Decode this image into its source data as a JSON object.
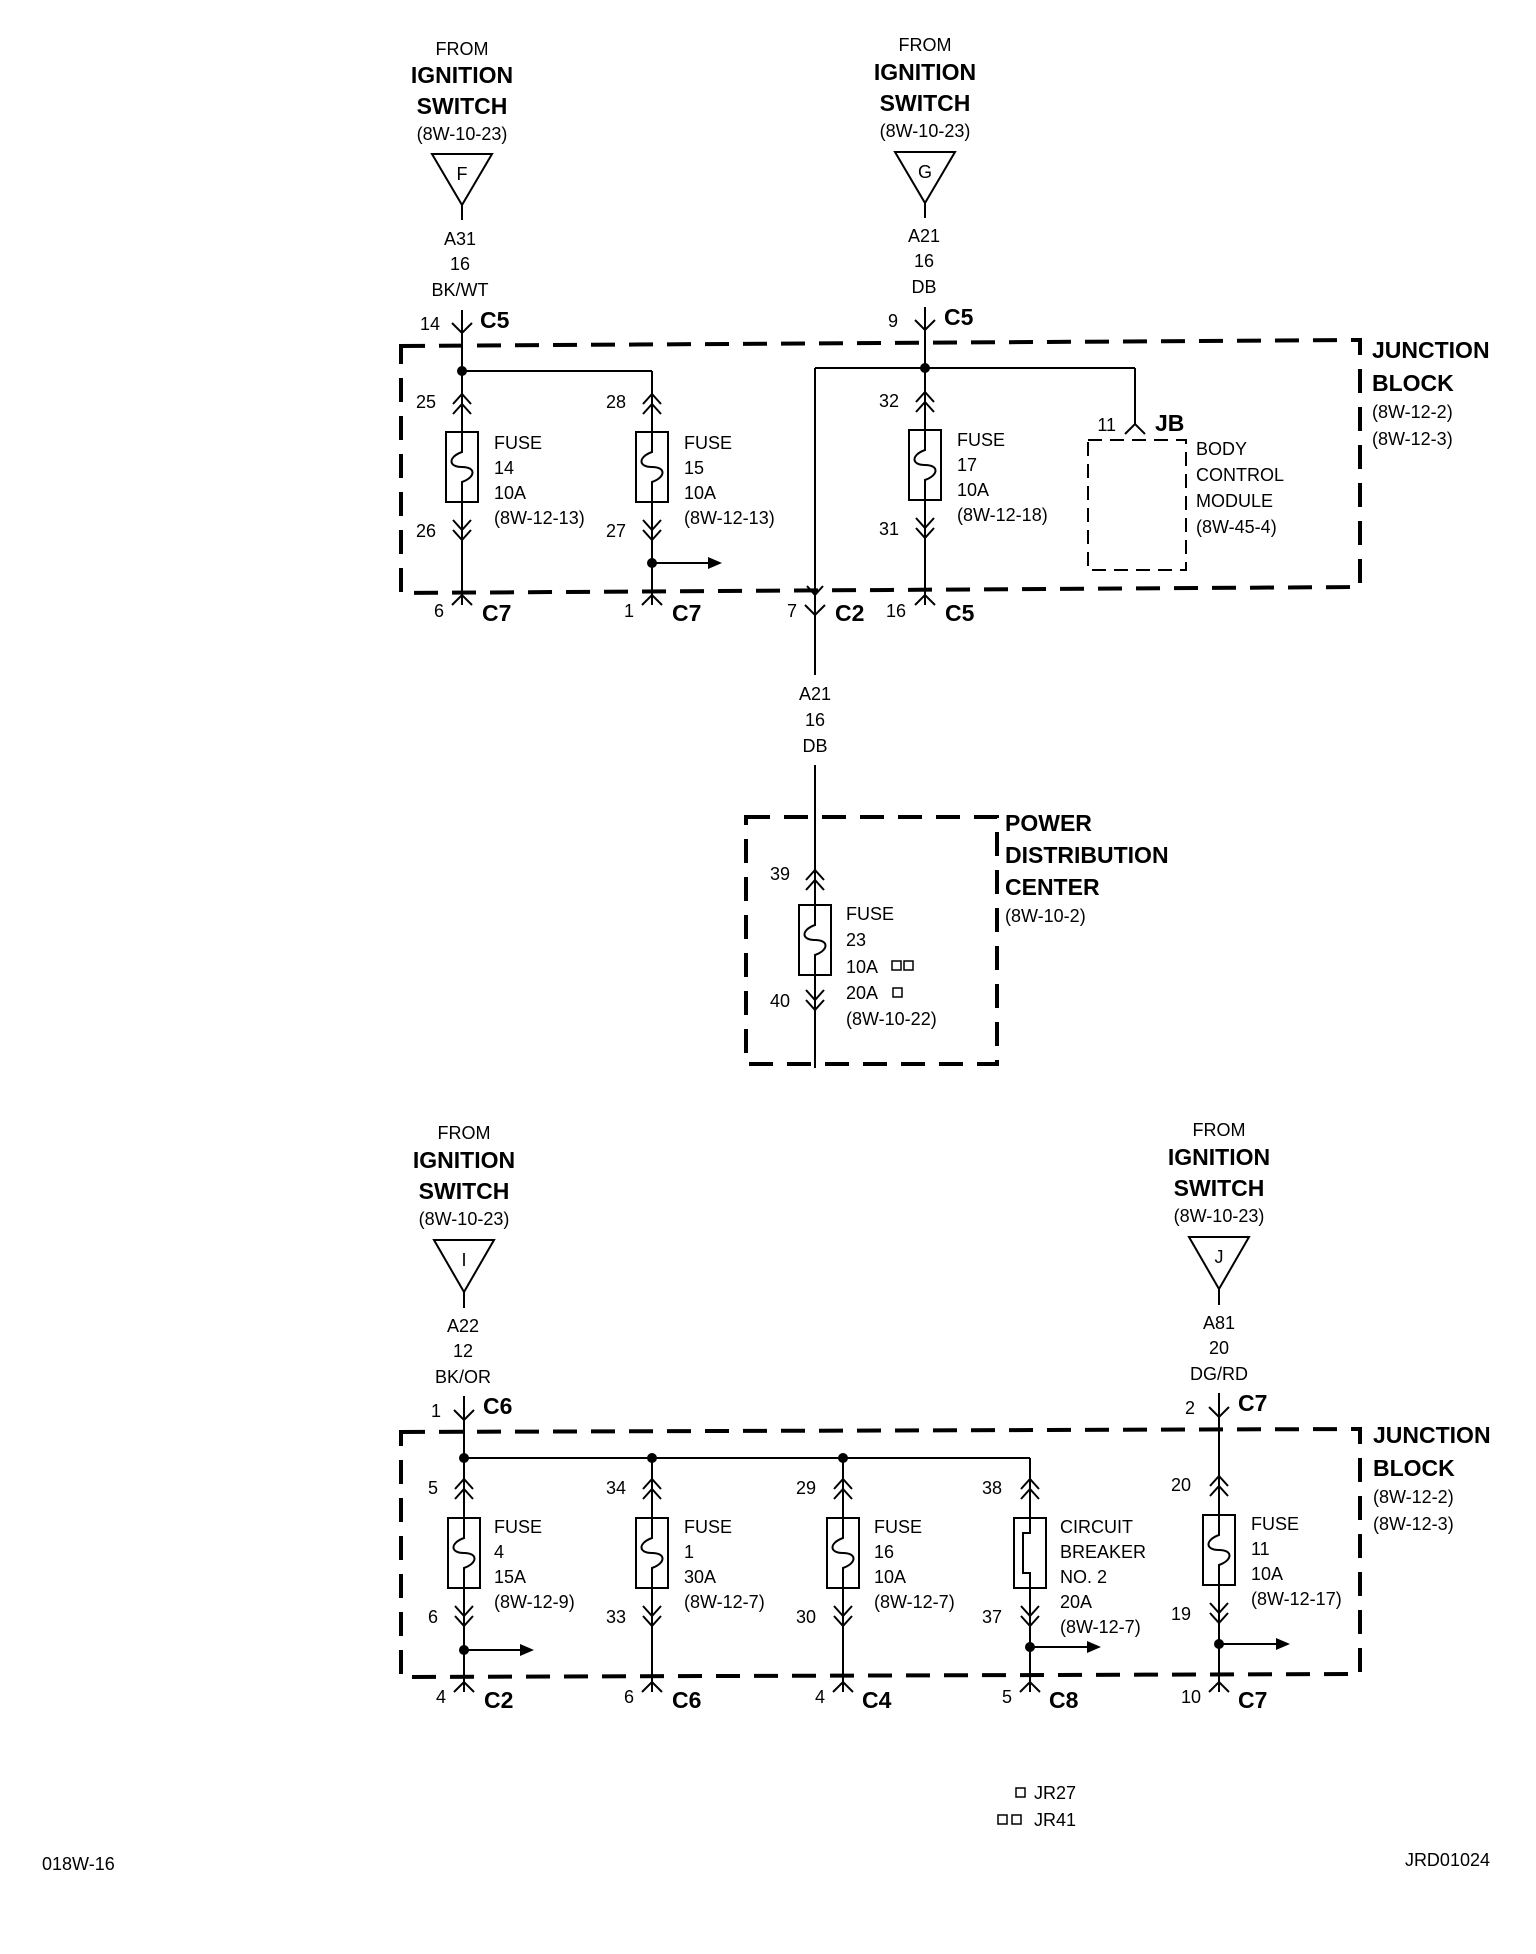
{
  "source": {
    "from": "FROM",
    "ignition_line1": "IGNITION",
    "ignition_line2": "SWITCH",
    "ref": "(8W-10-23)",
    "F": "F",
    "G": "G",
    "I": "I",
    "J": "J"
  },
  "wires": {
    "a31": {
      "circuit": "A31",
      "gauge": "16",
      "color": "BK/WT"
    },
    "a21_top": {
      "circuit": "A21",
      "gauge": "16",
      "color": "DB"
    },
    "a21_mid": {
      "circuit": "A21",
      "gauge": "16",
      "color": "DB"
    },
    "a22": {
      "circuit": "A22",
      "gauge": "12",
      "color": "BK/OR"
    },
    "a81": {
      "circuit": "A81",
      "gauge": "20",
      "color": "DG/RD"
    }
  },
  "connectors": {
    "top_c5_left": {
      "pin": "14",
      "name": "C5"
    },
    "top_c5_right": {
      "pin": "9",
      "name": "C5"
    },
    "jb_bcm": {
      "pin": "11",
      "name": "JB"
    },
    "out_c7_a": {
      "pin": "6",
      "name": "C7"
    },
    "out_c7_b": {
      "pin": "1",
      "name": "C7"
    },
    "out_c2": {
      "pin": "7",
      "name": "C2"
    },
    "out_c5": {
      "pin": "16",
      "name": "C5"
    },
    "bot_c6_in": {
      "pin": "1",
      "name": "C6"
    },
    "bot_c7_in": {
      "pin": "2",
      "name": "C7"
    },
    "b_out_c2": {
      "pin": "4",
      "name": "C2"
    },
    "b_out_c6": {
      "pin": "6",
      "name": "C6"
    },
    "b_out_c4": {
      "pin": "4",
      "name": "C4"
    },
    "b_out_c8": {
      "pin": "5",
      "name": "C8"
    },
    "b_out_c7": {
      "pin": "10",
      "name": "C7"
    }
  },
  "junction_block": {
    "line1": "JUNCTION",
    "line2": "BLOCK",
    "ref1": "(8W-12-2)",
    "ref2": "(8W-12-3)"
  },
  "pdc": {
    "line1": "POWER",
    "line2": "DISTRIBUTION",
    "line3": "CENTER",
    "ref": "(8W-10-2)"
  },
  "bcm": {
    "line1": "BODY",
    "line2": "CONTROL",
    "line3": "MODULE",
    "ref": "(8W-45-4)"
  },
  "fuses": {
    "f14": {
      "label": "FUSE",
      "num": "14",
      "amp": "10A",
      "ref": "(8W-12-13)",
      "pin_in": "25",
      "pin_out": "26"
    },
    "f15": {
      "label": "FUSE",
      "num": "15",
      "amp": "10A",
      "ref": "(8W-12-13)",
      "pin_in": "28",
      "pin_out": "27"
    },
    "f17": {
      "label": "FUSE",
      "num": "17",
      "amp": "10A",
      "ref": "(8W-12-18)",
      "pin_in": "32",
      "pin_out": "31"
    },
    "f23": {
      "label": "FUSE",
      "num": "23",
      "amp1": "10A",
      "amp2": "20A",
      "ref": "(8W-10-22)",
      "pin_in": "39",
      "pin_out": "40"
    },
    "f4": {
      "label": "FUSE",
      "num": "4",
      "amp": "15A",
      "ref": "(8W-12-9)",
      "pin_in": "5",
      "pin_out": "6"
    },
    "f1": {
      "label": "FUSE",
      "num": "1",
      "amp": "30A",
      "ref": "(8W-12-7)",
      "pin_in": "34",
      "pin_out": "33"
    },
    "f16": {
      "label": "FUSE",
      "num": "16",
      "amp": "10A",
      "ref": "(8W-12-7)",
      "pin_in": "29",
      "pin_out": "30"
    },
    "cb2": {
      "line1": "CIRCUIT",
      "line2": "BREAKER",
      "line3": "NO. 2",
      "amp": "20A",
      "ref": "(8W-12-7)",
      "pin_in": "38",
      "pin_out": "37"
    },
    "f11": {
      "label": "FUSE",
      "num": "11",
      "amp": "10A",
      "ref": "(8W-12-17)",
      "pin_in": "20",
      "pin_out": "19"
    }
  },
  "legend": {
    "jr27": "JR27",
    "jr41": "JR41"
  },
  "footer": {
    "left": "018W-16",
    "right": "JRD01024"
  }
}
